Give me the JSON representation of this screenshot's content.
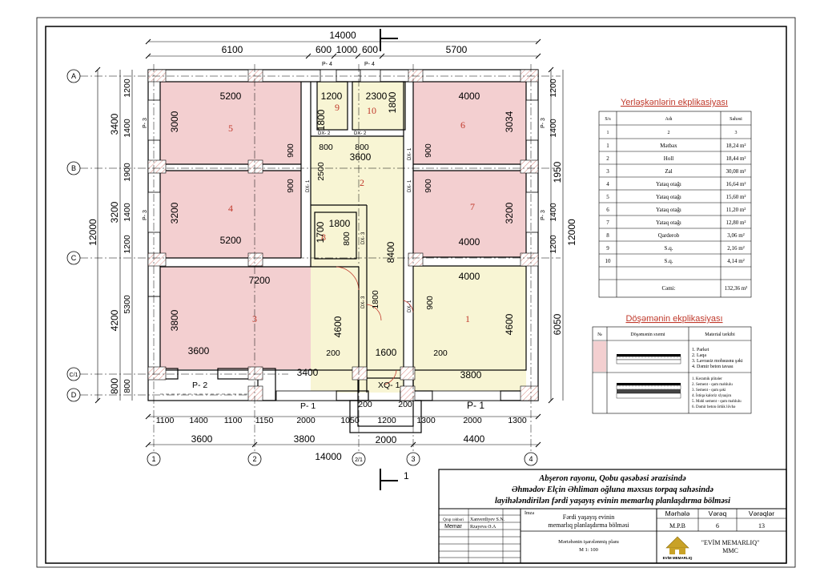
{
  "plan": {
    "overall_top": "14000",
    "overall_bottom": "14000",
    "top_dims": [
      "6100",
      "600",
      "1000",
      "600",
      "5700"
    ],
    "bottom_row1": [
      "1100",
      "1400",
      "1100",
      "1150",
      "2000",
      "1050",
      "1200",
      "1300",
      "2000",
      "1300"
    ],
    "bottom_row2": [
      "3600",
      "3800",
      "4400"
    ],
    "bottom_row3": "2000",
    "left_total": "12000",
    "right_total": "12000",
    "left_outer": [
      "3400",
      "3200",
      "4200",
      "800"
    ],
    "left_inner": [
      "1200",
      "1400",
      "1900",
      "1400",
      "1200",
      "5300",
      "800"
    ],
    "right_outer": [
      "1950",
      "6050"
    ],
    "right_inner": [
      "1200",
      "1400",
      "1400",
      "1200"
    ],
    "axes_rows": [
      "A",
      "B",
      "C",
      "C/1",
      "D"
    ],
    "axes_cols": [
      "1",
      "2",
      "2/1",
      "3",
      "4"
    ],
    "section_mark": "1",
    "rooms": [
      {
        "num": "1",
        "w": "4000",
        "h": "4600",
        "w2": "3800",
        "d": "900",
        "d2": "200"
      },
      {
        "num": "2",
        "w": "3600",
        "h": "8400",
        "sub": "800",
        "sub2": "800",
        "d": "2500",
        "d2": "1600"
      },
      {
        "num": "3",
        "w": "7200",
        "h": "3800",
        "w2": "3600",
        "w3": "3400",
        "d": "4600",
        "d2": "200",
        "d3": "1800"
      },
      {
        "num": "4",
        "w": "5200",
        "h": "3200",
        "d": "900"
      },
      {
        "num": "5",
        "w": "5200",
        "h": "3000",
        "d": "900"
      },
      {
        "num": "6",
        "w": "4000",
        "h": "3034",
        "d": "900"
      },
      {
        "num": "7",
        "w": "4000",
        "h": "3200",
        "d": "900"
      },
      {
        "num": "8",
        "w": "1800",
        "h": "1700",
        "d": "800"
      },
      {
        "num": "9",
        "w": "1200",
        "h": "1800"
      },
      {
        "num": "10",
        "w": "2300",
        "h": "1800"
      }
    ],
    "labels": {
      "p4a": "P- 4",
      "p4b": "P- 4",
      "p3a": "P- 3",
      "p3b": "P- 3",
      "p3c": "P- 3",
      "p3d": "P- 3",
      "p2": "P- 2",
      "p1a": "P- 1",
      "p1b": "P- 1",
      "xq": "XQ- 1",
      "dx2a": "DX- 2",
      "dx2b": "DX- 2",
      "dx1a": "DX- 1",
      "dx1b": "DX- 1",
      "dx1c": "DX- 1",
      "dx3a": "DX- 3",
      "dx3b": "DX- 3",
      "dx1d": "DX- 1",
      "d200a": "200",
      "d200b": "200"
    }
  },
  "explication": {
    "title": "Yerləşkənlərin ekplikasiyası",
    "headers": [
      "S/s",
      "Adı",
      "Sahəsi"
    ],
    "index_row": [
      "1",
      "2",
      "3"
    ],
    "rows": [
      [
        "1",
        "Mətbəx",
        "18,24 m²"
      ],
      [
        "2",
        "Holl",
        "18,44 m²"
      ],
      [
        "3",
        "Zal",
        "30,08 m²"
      ],
      [
        "4",
        "Yataq otağı",
        "16,64 m²"
      ],
      [
        "5",
        "Yataq otağı",
        "15,60 m²"
      ],
      [
        "6",
        "Yataq otağı",
        "11,20 m²"
      ],
      [
        "7",
        "Yataq otağı",
        "12,80 m²"
      ],
      [
        "8",
        "Qarderob",
        "3,06 m²"
      ],
      [
        "9",
        "S.q.",
        "2,16 m²"
      ],
      [
        "10",
        "S.q.",
        "4,14 m²"
      ]
    ],
    "total_label": "Cəmi:",
    "total_value": "132,36 m²"
  },
  "floor": {
    "title": "Döşəmənin ekplikasiyası",
    "headers": [
      "№",
      "Döşəmənin sxemi",
      "Material tərkibi"
    ],
    "row1": [
      "1. Parket",
      "2. Laqa",
      "3. Lavrasiz mohsusnu şəki",
      "4. Dəmir beton tavası"
    ],
    "row2": [
      "1. Keramik plitəler",
      "2. Sement - qum məhlulu",
      "3. Sement - qum şəki",
      "4. İstiqa kaloriz xlyaajcu",
      "5. Məhl sement - qum məhlulu",
      "6. Dəmir beton örtük lövhə"
    ]
  },
  "title_block": {
    "line1": "Abşeron rayonu, Qobu qəsəbəsi ərazisində",
    "line2": "Əhmədov Elçin Əhliman oğluna məxsus torpaq sahəsində",
    "line3": "layihələndirilən  fərdi yaşayış evinin memarlıq planlaşdırma bölməsi",
    "role1": "Qrup rəhbəri",
    "name1": "Xanverdiyev S.N.",
    "role2": "Memar",
    "name2": "Rzayeva Ə.A",
    "imza": "İmza",
    "section_name1": "Fərdi yaşayış evinin",
    "section_name2": "memarlıq planlaşdırma bölməsi",
    "stage_h": "Mərhələ",
    "sheet_h": "Vərəq",
    "sheets_h": "Vərəqlər",
    "stage": "M.P.B",
    "sheet": "6",
    "sheets": "13",
    "drawing1": "Mərtəbənin işarələnmiş planı",
    "drawing2": "M 1: 100",
    "company1": "\"EVİM MEMARLIQ\"",
    "company2": "MMC",
    "logo_text": "EVİM MEMARLIQ"
  }
}
